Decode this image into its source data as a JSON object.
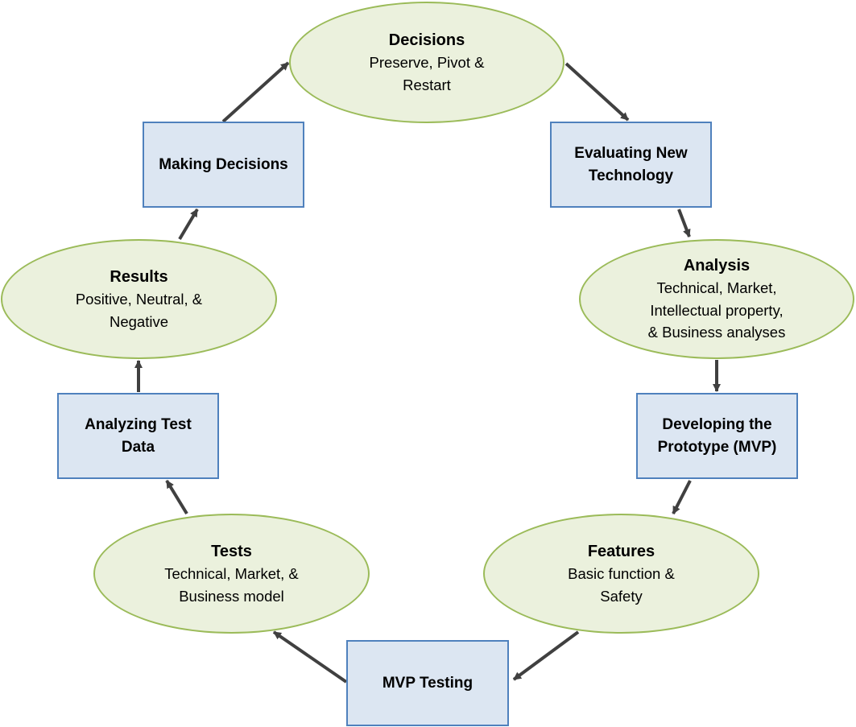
{
  "nodes": {
    "decisions": {
      "title": "Decisions",
      "desc": "Preserve, Pivot &\nRestart"
    },
    "evaluating": {
      "title": "Evaluating New\nTechnology"
    },
    "analysis": {
      "title": "Analysis",
      "desc": "Technical, Market,\nIntellectual property,\n& Business analyses"
    },
    "developing": {
      "title": "Developing the\nPrototype (MVP)"
    },
    "features": {
      "title": "Features",
      "desc": "Basic function &\nSafety"
    },
    "mvp_testing": {
      "title": "MVP Testing"
    },
    "tests": {
      "title": "Tests",
      "desc": "Technical, Market, &\nBusiness model"
    },
    "analyzing": {
      "title": "Analyzing Test\nData"
    },
    "results": {
      "title": "Results",
      "desc": "Positive, Neutral, &\nNegative"
    },
    "making_decisions": {
      "title": "Making Decisions"
    }
  },
  "edges": [
    {
      "from": "decisions",
      "to": "evaluating"
    },
    {
      "from": "evaluating",
      "to": "analysis"
    },
    {
      "from": "analysis",
      "to": "developing"
    },
    {
      "from": "developing",
      "to": "features"
    },
    {
      "from": "features",
      "to": "mvp_testing"
    },
    {
      "from": "mvp_testing",
      "to": "tests"
    },
    {
      "from": "tests",
      "to": "analyzing"
    },
    {
      "from": "analyzing",
      "to": "results"
    },
    {
      "from": "results",
      "to": "making_decisions"
    },
    {
      "from": "making_decisions",
      "to": "decisions"
    }
  ],
  "colors": {
    "ellipse_fill": "#ebf1dd",
    "ellipse_border": "#9bbb59",
    "box_fill": "#dce6f2",
    "box_border": "#4f81bd",
    "arrow": "#404040"
  }
}
